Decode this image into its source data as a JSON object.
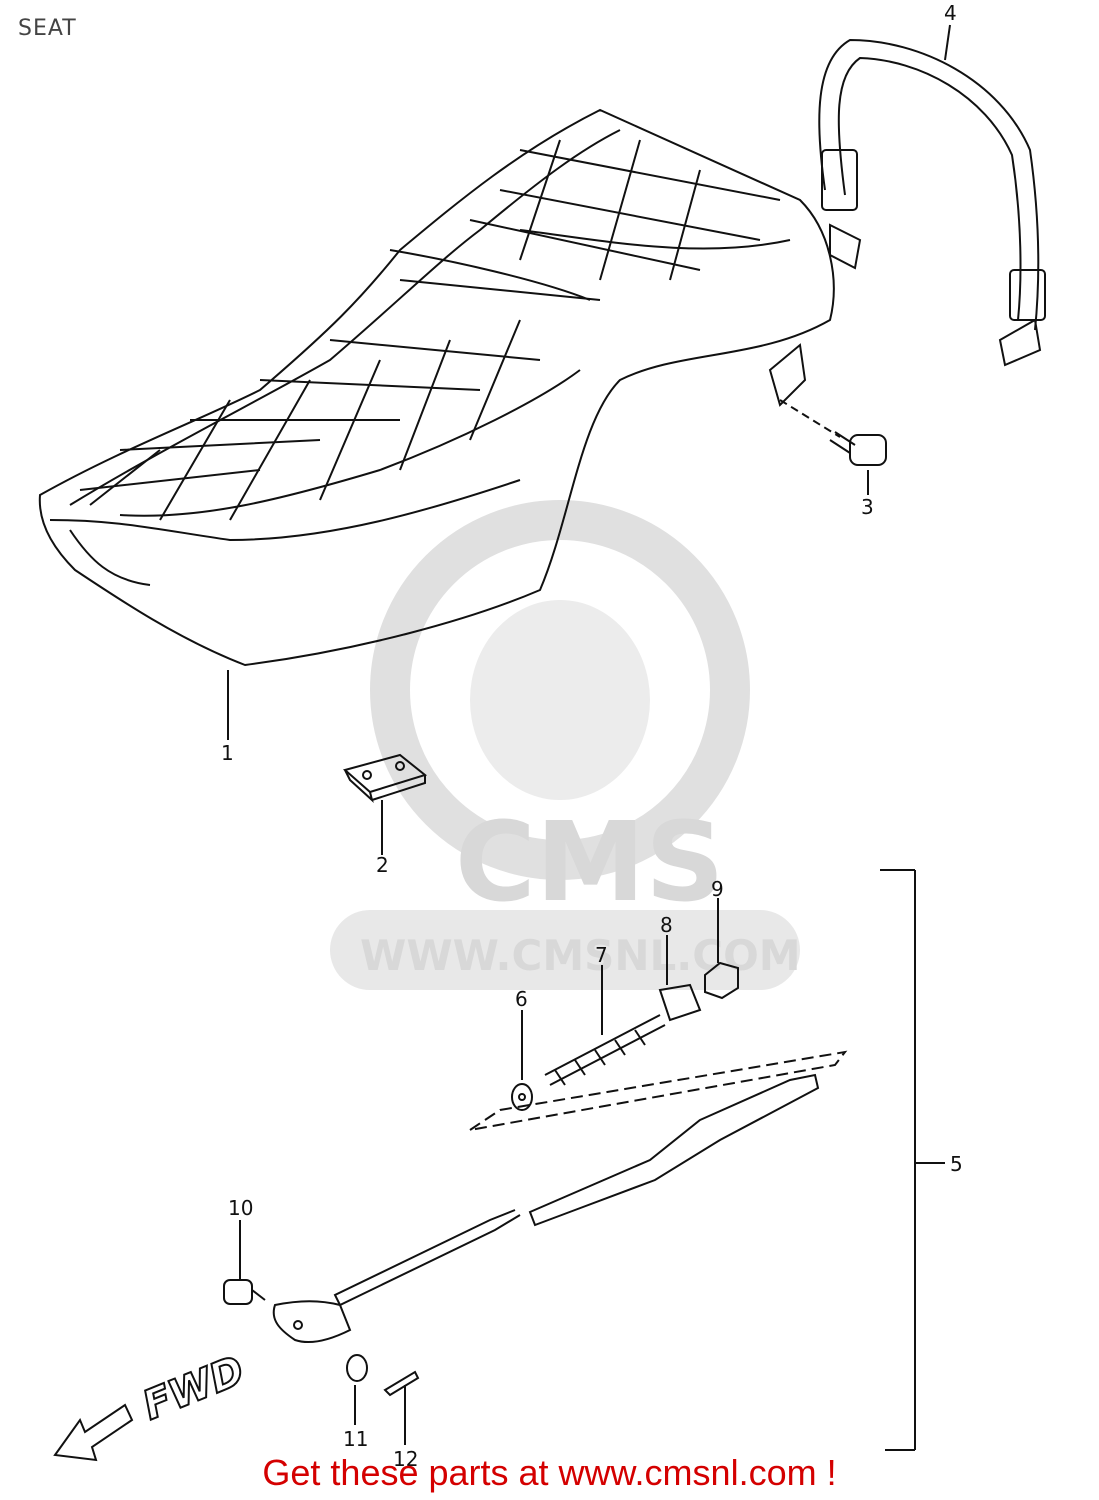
{
  "title": "SEAT",
  "watermark": {
    "brand": "CMS",
    "url": "WWW.CMSNL.COM"
  },
  "direction_label": "FWD",
  "callouts": [
    "1",
    "2",
    "3",
    "4",
    "5",
    "6",
    "7",
    "8",
    "9",
    "10",
    "11",
    "12"
  ],
  "footer": "Get these parts at www.cmsnl.com !",
  "colors": {
    "footer": "#d40000",
    "watermark": "#d8d8d8",
    "line": "#111111"
  }
}
